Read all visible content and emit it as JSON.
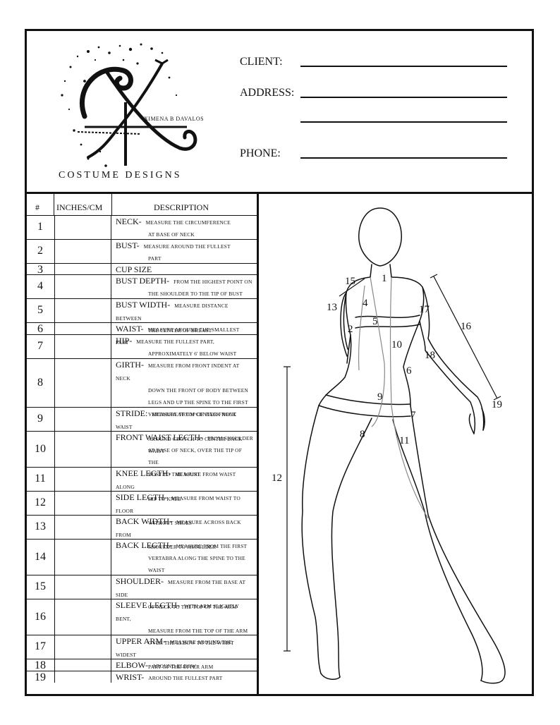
{
  "logo": {
    "name": "XIMENA B DAVALOS",
    "subtitle": "COSTUME DESIGNS"
  },
  "client_fields": [
    {
      "label": "CLIENT:"
    },
    {
      "label": "ADDRESS:"
    },
    {
      "label": "PHONE:"
    }
  ],
  "table": {
    "headers": {
      "num": "#",
      "value": "INCHES/CM",
      "description": "DESCRIPTION"
    },
    "rows": [
      {
        "num": "1",
        "title": "NECK-",
        "lines": [
          "MEASURE THE CIRCUMFERENCE",
          "AT BASE OF NECK"
        ]
      },
      {
        "num": "2",
        "title": "BUST-",
        "lines": [
          "MEASURE AROUND THE FULLEST",
          "PART"
        ]
      },
      {
        "num": "3",
        "title": "CUP SIZE",
        "lines": []
      },
      {
        "num": "4",
        "title": "BUST DEPTH-",
        "lines": [
          "FROM THE HIGHEST POINT ON",
          "THE SHOULDER TO THE TIP OF BUST"
        ]
      },
      {
        "num": "5",
        "title": "BUST WIDTH-",
        "lines": [
          "MEASURE DISTANCE BETWEEN",
          "THE CENTER OF BREAST"
        ]
      },
      {
        "num": "6",
        "title": "WAIST-",
        "lines": [
          "MEASURE AROUND THE SMALLEST PART"
        ]
      },
      {
        "num": "7",
        "title": "HIP-",
        "lines": [
          "MEASURE THE FULLEST PART,",
          "APPROXIMATELY 6' BELOW WAIST"
        ]
      },
      {
        "num": "8",
        "title": "GIRTH-",
        "lines": [
          "MEASURE FROM FRONT INDENT AT NECK",
          "DOWN THE FRONT OF BODY BETWEEN",
          "LEGS AND UP THE SPINE TO THE FIRST",
          "VERTABRA AT TOP OF BACK NECK"
        ]
      },
      {
        "num": "9",
        "title": "STRIDE:",
        "lines": [
          "MEASURE FROM CENTER FRONT WAIST",
          "AROUND CROTCH TO CENTER BACK WAIST"
        ]
      },
      {
        "num": "10",
        "title": "FRONT WAIST LECTH-",
        "lines": [
          "FROM SHOULDER",
          "AT BASE OF NECK, OVER THE TIP OF THE",
          "BUST TO THE WAIST"
        ]
      },
      {
        "num": "11",
        "title": "KNEE LEGTH-",
        "lines": [
          "MEASURE FROM WAIST ALONG",
          "HIP TO KNEE"
        ]
      },
      {
        "num": "12",
        "title": "SIDE LEGTH-",
        "lines": [
          "MEASURE FROM WAIST TO FLOOR",
          "WITHOUT SHOES"
        ]
      },
      {
        "num": "13",
        "title": "BACK WIDTH-",
        "lines": [
          "MEASURE ACROSS BACK FROM",
          "SHOULDER TO SHOULDER"
        ]
      },
      {
        "num": "14",
        "title": "BACK LEGTH-",
        "lines": [
          "MEASURE FROM THE FIRST",
          "VERTABRA ALONG THE SPINE TO THE",
          "WAIST"
        ]
      },
      {
        "num": "15",
        "title": "SHOULDER-",
        "lines": [
          "MEASURE FROM THE BASE AT SIDE",
          "OF NECK TO THE TOP OF THE ARM"
        ]
      },
      {
        "num": "16",
        "title": "SLEEVE LEGTH-",
        "lines": [
          "WITH ARM SLIGHTLY BENT,",
          "MEASURE FROM THE TOP OF THE ARM",
          "OVER THE ELBOW TO THE WRIST"
        ]
      },
      {
        "num": "17",
        "title": "UPPER ARM-",
        "lines": [
          "MEASURE AROUND THE WIDEST",
          "PART OF THE UPPER ARM"
        ]
      },
      {
        "num": "18",
        "title": "ELBOW-",
        "lines": [
          "AROUND ELBOW"
        ]
      },
      {
        "num": "19",
        "title": "WRIST-",
        "lines": [
          "AROUND THE FULLEST PART"
        ]
      }
    ]
  },
  "figure_labels": [
    "1",
    "2",
    "4",
    "5",
    "6",
    "7",
    "8",
    "9",
    "10",
    "11",
    "12",
    "13",
    "15",
    "16",
    "17",
    "18",
    "19"
  ]
}
